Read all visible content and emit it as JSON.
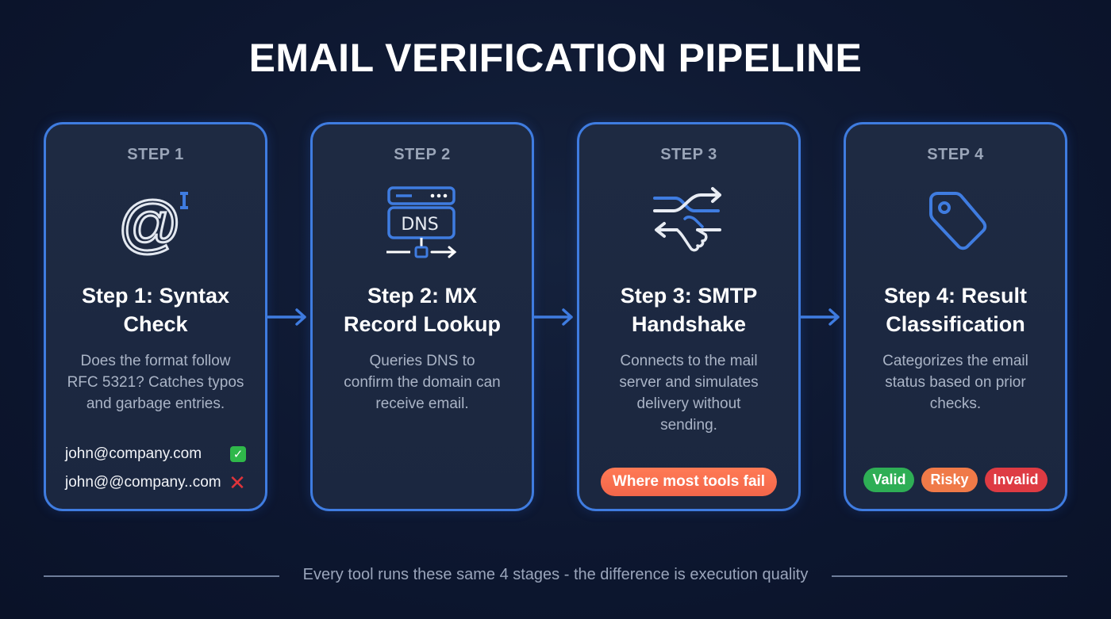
{
  "title": "EMAIL VERIFICATION PIPELINE",
  "colors": {
    "accent": "#3f7ce0",
    "valid": "#2eae55",
    "risky": "#f07a48",
    "invalid": "#de3b43",
    "warning": "#f56c4c"
  },
  "steps": [
    {
      "label": "STEP 1",
      "icon": "at-sign-cursor-icon",
      "title_line1": "Step 1: Syntax",
      "title_line2": "Check",
      "desc_line1": "Does the format follow",
      "desc_line2": "RFC 5321? Catches typos",
      "desc_line3": "and garbage entries.",
      "examples": [
        {
          "email": "john@company.com",
          "status": "valid",
          "mark": "✓"
        },
        {
          "email": "john@@company..com",
          "status": "invalid",
          "mark": "✕"
        }
      ]
    },
    {
      "label": "STEP 2",
      "icon": "dns-server-icon",
      "icon_text": "DNS",
      "title_line1": "Step 2: MX",
      "title_line2": "Record Lookup",
      "desc_line1": "Queries DNS to",
      "desc_line2": "confirm the domain can",
      "desc_line3": "receive email."
    },
    {
      "label": "STEP 3",
      "icon": "handshake-icon",
      "title_line1": "Step 3: SMTP",
      "title_line2": "Handshake",
      "desc_line1": "Connects to the mail",
      "desc_line2": "server and simulates",
      "desc_line3": "delivery without",
      "desc_line4": "sending.",
      "callout": "Where most tools fail"
    },
    {
      "label": "STEP 4",
      "icon": "tag-icon",
      "title_line1": "Step 4: Result",
      "title_line2": "Classification",
      "desc_line1": "Categorizes the email",
      "desc_line2": "status based on prior",
      "desc_line3": "checks.",
      "badges": [
        "Valid",
        "Risky",
        "Invalid"
      ]
    }
  ],
  "footer": "Every tool runs these same 4 stages - the difference is execution quality"
}
